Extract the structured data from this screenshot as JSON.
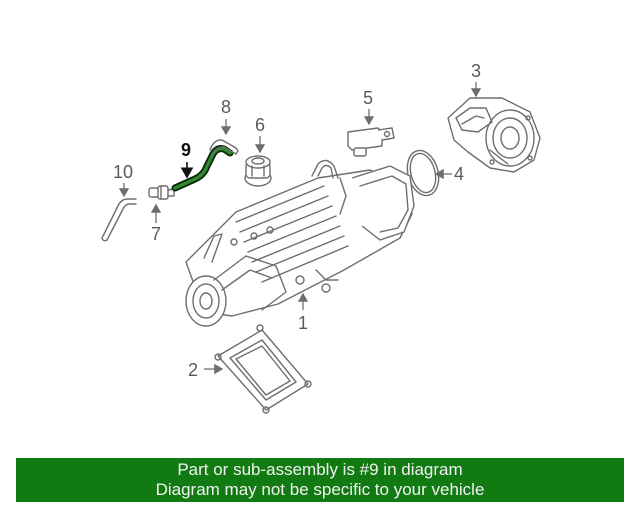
{
  "callouts": {
    "c1": "1",
    "c2": "2",
    "c3": "3",
    "c4": "4",
    "c5": "5",
    "c6": "6",
    "c7": "7",
    "c8": "8",
    "c9": "9",
    "c10": "10"
  },
  "highlight_color": "#127a12",
  "banner": {
    "line1": "Part or sub-assembly is #9 in diagram",
    "line2": "Diagram may not be specific to your vehicle"
  }
}
